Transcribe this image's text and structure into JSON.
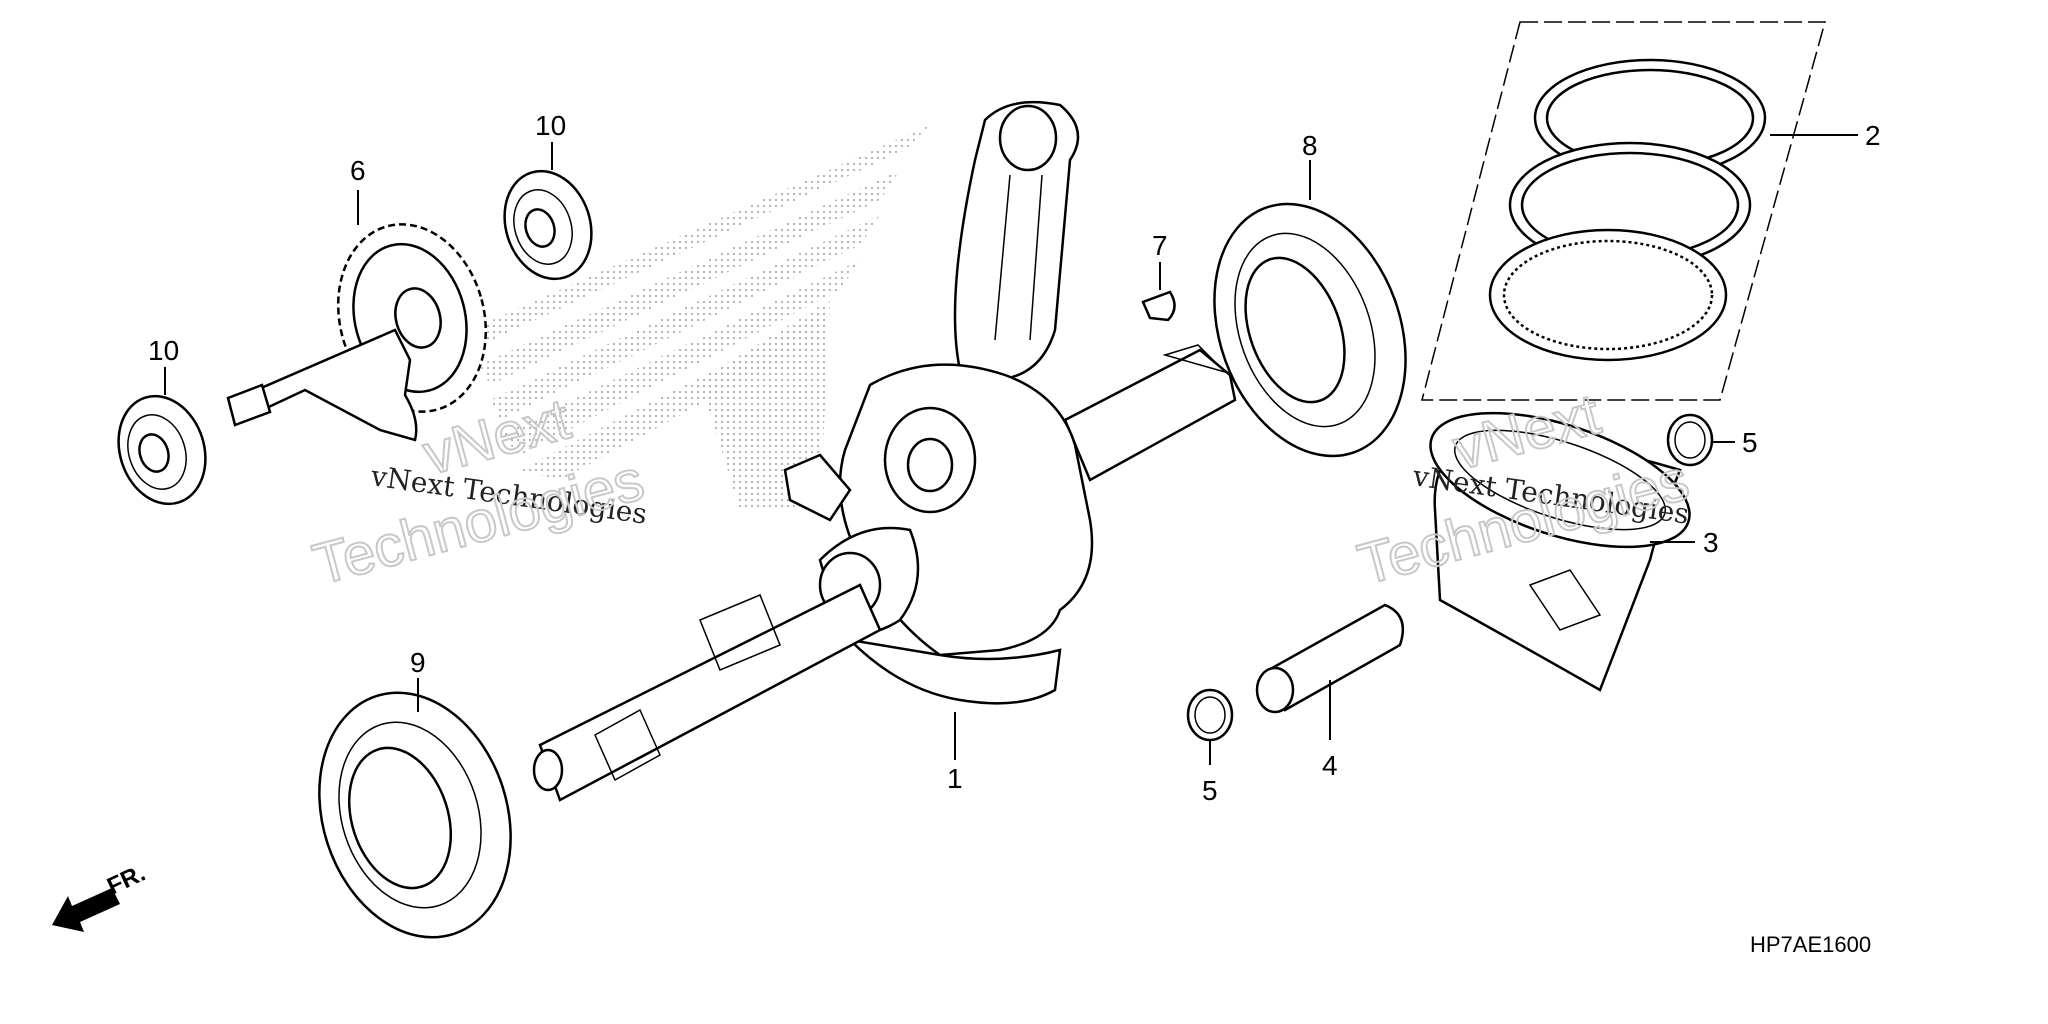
{
  "callouts": {
    "c1": "1",
    "c2": "2",
    "c3": "3",
    "c4": "4",
    "c5a": "5",
    "c5b": "5",
    "c6": "6",
    "c7": "7",
    "c8": "8",
    "c9": "9",
    "c10a": "10",
    "c10b": "10"
  },
  "diagram_code": "HP7AE1600",
  "front_label": "FR.",
  "watermarks": {
    "small_left": "vNext Technologies",
    "small_right": "vNext Technologies",
    "big_left_top": "vNext",
    "big_left_bottom": "Technologies",
    "big_right_top": "vNext",
    "big_right_bottom": "Technologies"
  }
}
